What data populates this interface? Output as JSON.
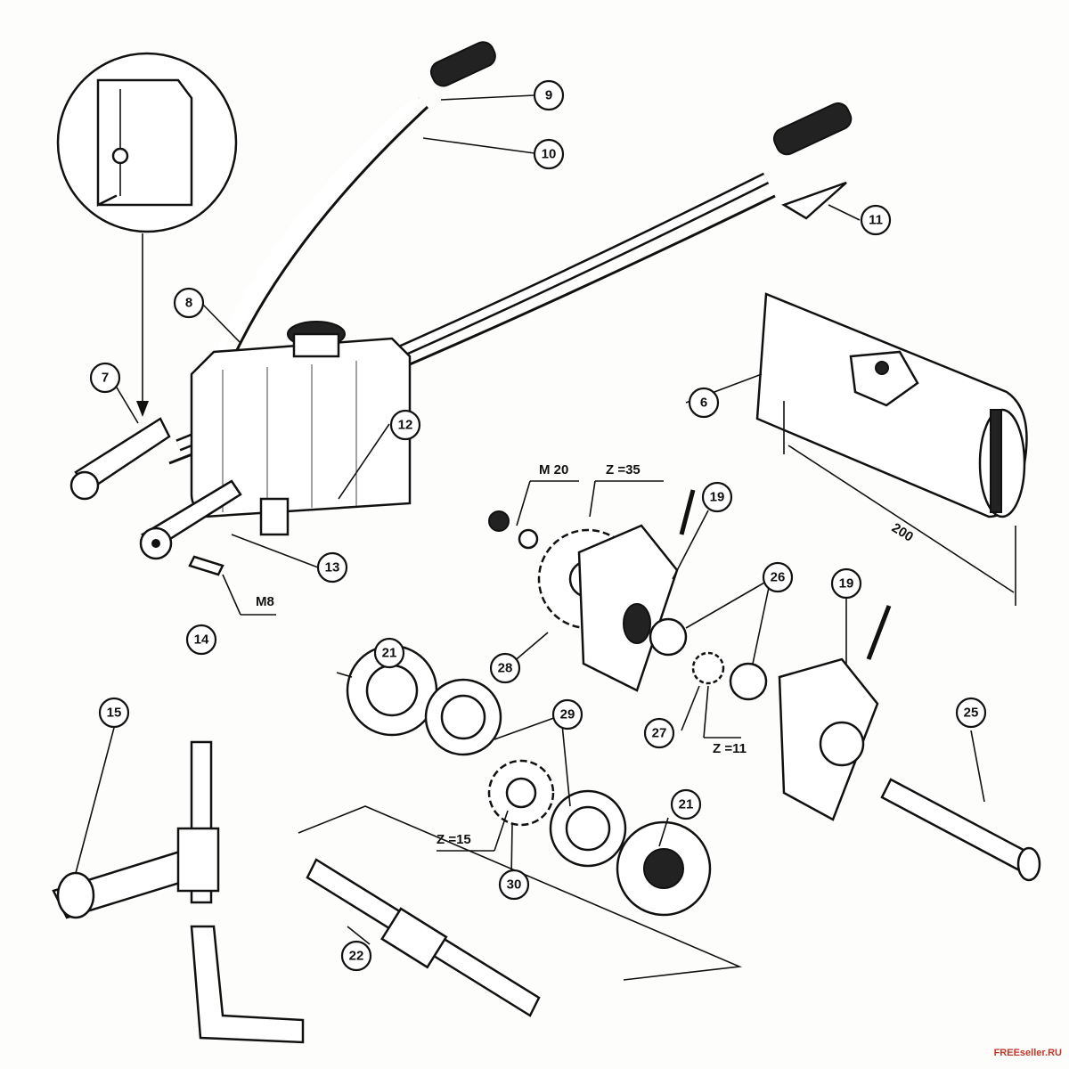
{
  "callouts": [
    "6",
    "7",
    "8",
    "9",
    "10",
    "11",
    "12",
    "13",
    "14",
    "15",
    "19",
    "19",
    "21",
    "21",
    "22",
    "25",
    "26",
    "27",
    "28",
    "29",
    "30"
  ],
  "annotations": {
    "bolt_m20": "M 20",
    "bolt_m8": "M8",
    "gear_z35": "Z =35",
    "gear_z11": "Z =11",
    "gear_z15": "Z =15",
    "dimension_200": "200"
  },
  "watermark": "FREEseller.RU",
  "colors": {
    "ink": "#111111",
    "paper": "#fdfdfb"
  }
}
